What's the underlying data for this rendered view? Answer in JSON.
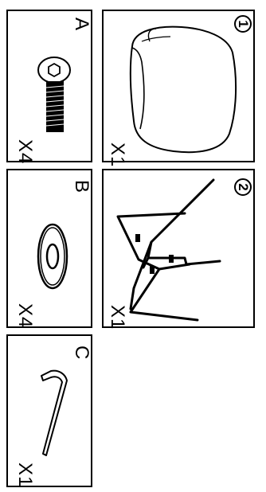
{
  "parts": [
    {
      "id": "1",
      "quantity": "X1",
      "icon": "chair-seat-icon"
    },
    {
      "id": "2",
      "quantity": "X1",
      "icon": "chair-legs-frame-icon"
    }
  ],
  "hardware": [
    {
      "letter": "A",
      "quantity": "X4",
      "icon": "hex-bolt-icon"
    },
    {
      "letter": "B",
      "quantity": "X4",
      "icon": "washer-icon"
    },
    {
      "letter": "C",
      "quantity": "X1",
      "icon": "allen-key-icon"
    }
  ]
}
